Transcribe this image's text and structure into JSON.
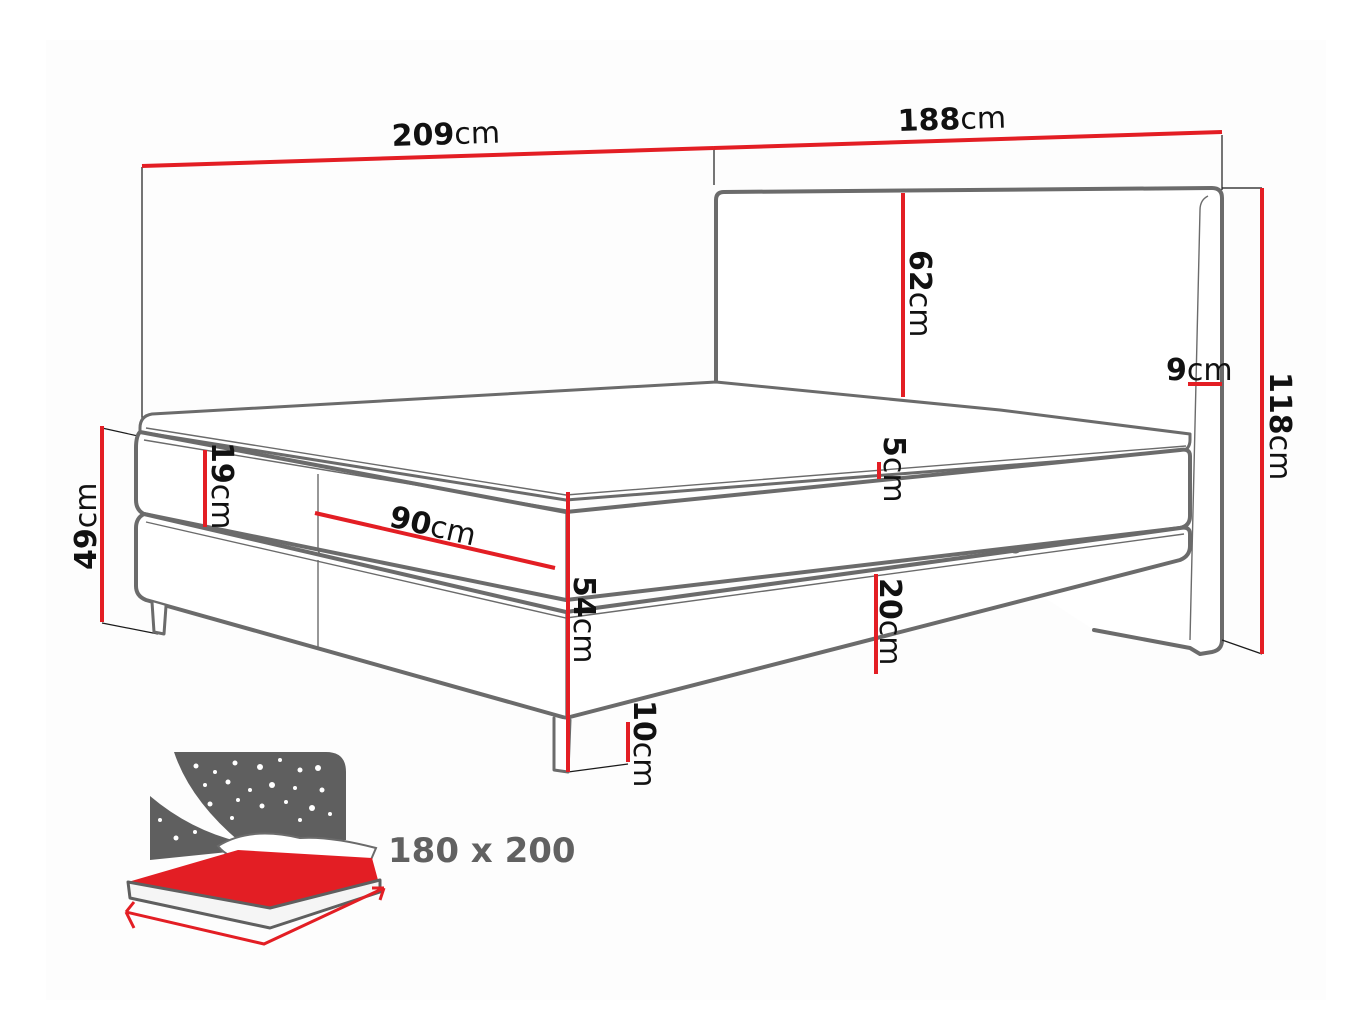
{
  "diagram": {
    "subject": "Boxspring bed with headboard - dimensions",
    "colors": {
      "dimension_line": "#e31e24",
      "outline": "#6b6b6b",
      "text": "#111111",
      "icon_dark": "#5f5f5f",
      "icon_red": "#e31e24"
    },
    "dimensions": {
      "total_length": {
        "value": "209",
        "unit": "cm"
      },
      "total_width": {
        "value": "188",
        "unit": "cm"
      },
      "headboard_panel_height": {
        "value": "62",
        "unit": "cm"
      },
      "headboard_thickness": {
        "value": "9",
        "unit": "cm"
      },
      "total_height": {
        "value": "118",
        "unit": "cm"
      },
      "side_height": {
        "value": "49",
        "unit": "cm"
      },
      "mattress_height": {
        "value": "19",
        "unit": "cm"
      },
      "topper_height": {
        "value": "5",
        "unit": "cm"
      },
      "mattress_width": {
        "value": "90",
        "unit": "cm"
      },
      "bed_height": {
        "value": "54",
        "unit": "cm"
      },
      "base_height": {
        "value": "20",
        "unit": "cm"
      },
      "leg_height": {
        "value": "10",
        "unit": "cm"
      }
    },
    "sleeping_area": {
      "icon": "bed-sleeping-area-icon",
      "label": "180 x 200"
    }
  }
}
